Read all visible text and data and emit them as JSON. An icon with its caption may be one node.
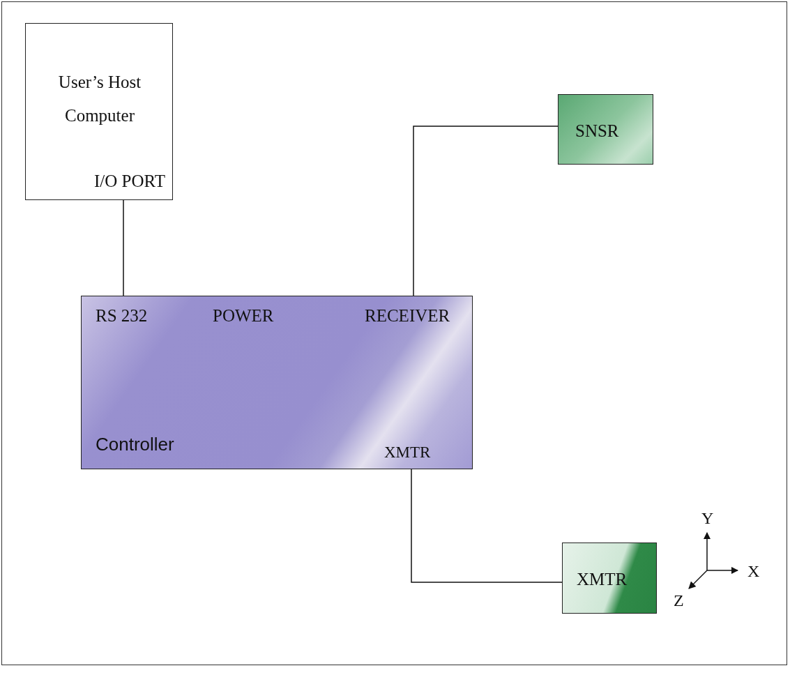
{
  "diagram": {
    "nodes": [
      {
        "text": [
          "User’s Host Computer",
          "I/O PORT"
        ]
      },
      {
        "text": [
          "RS 232",
          "POWER",
          "RECEIVER",
          "Controller",
          "XMTR"
        ]
      },
      {
        "text": [
          "SNSR"
        ]
      },
      {
        "text": [
          "XMTR"
        ]
      }
    ],
    "edges": [
      {
        "from": 0,
        "to": 1,
        "arrow": "none"
      },
      {
        "from": 1,
        "to": 2,
        "arrow": "none"
      },
      {
        "from": 1,
        "to": 3,
        "arrow": "none"
      }
    ],
    "labels": [
      "Y",
      "X",
      "Z"
    ]
  }
}
